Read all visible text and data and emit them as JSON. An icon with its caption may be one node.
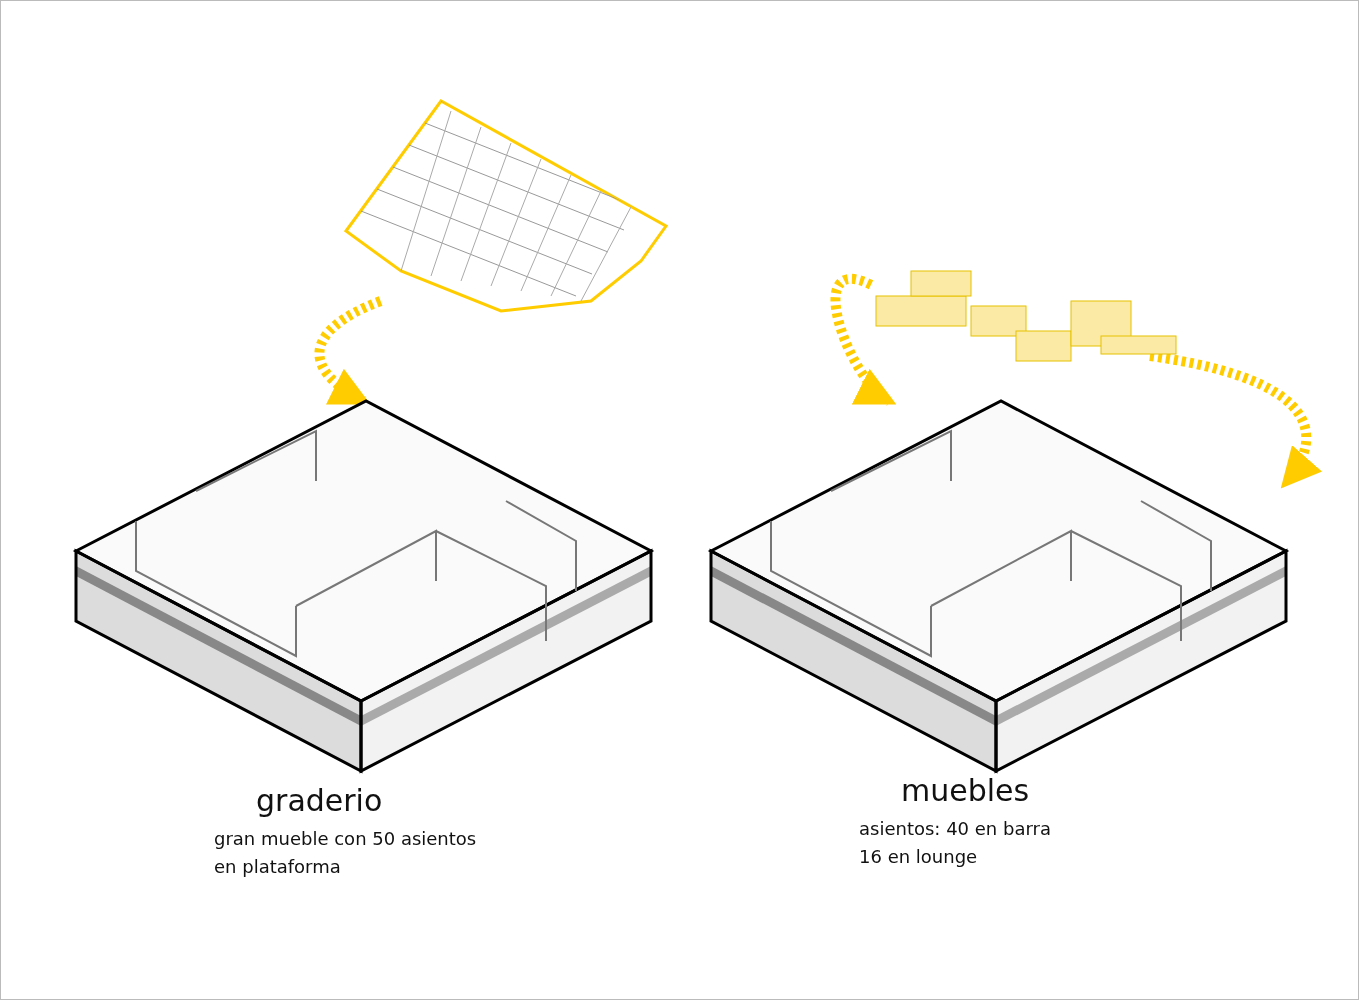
{
  "diagram": {
    "nodes": [
      {
        "text": [],
        "shape": "picture"
      },
      {
        "text": [],
        "shape": "picture",
        "beside": [
          "graderio",
          "gran mueble con 50 asientos en plataforma"
        ]
      },
      {
        "text": [],
        "shape": "picture"
      },
      {
        "text": [],
        "shape": "picture",
        "beside": [
          "muebles",
          "asientos: 40 en barra 16 en lounge"
        ]
      }
    ],
    "edges": [
      {
        "from": 0,
        "to": 1,
        "arrow": "to",
        "style": "dashed",
        "color": "#ffcc00"
      },
      {
        "from": 2,
        "to": 3,
        "arrow": "to",
        "style": "dashed",
        "color": "#ffcc00"
      },
      {
        "from": 2,
        "to": 3,
        "arrow": "to",
        "style": "dashed",
        "color": "#ffcc00"
      }
    ]
  }
}
